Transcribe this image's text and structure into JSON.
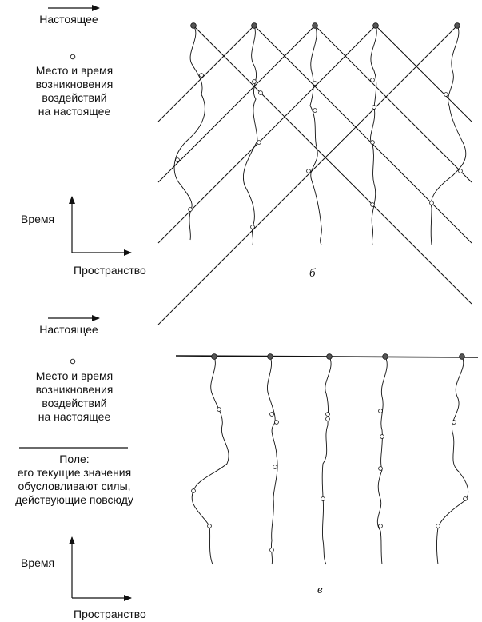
{
  "panel_b": {
    "legend_present": "Настоящее",
    "legend_event": [
      "Место и время",
      "возникновения",
      "воздействий",
      "на настоящее"
    ],
    "axis_time": "Время",
    "axis_space": "Пространство",
    "figure_letter": "б"
  },
  "panel_v": {
    "legend_present": "Настоящее",
    "legend_event": [
      "Место и время",
      "возникновения",
      "воздействий",
      "на настоящее"
    ],
    "legend_field": [
      "Поле:",
      "его текущие значения",
      "обусловливают силы,",
      "действующие повсюду"
    ],
    "axis_time": "Время",
    "axis_space": "Пространство",
    "figure_letter": "в"
  }
}
